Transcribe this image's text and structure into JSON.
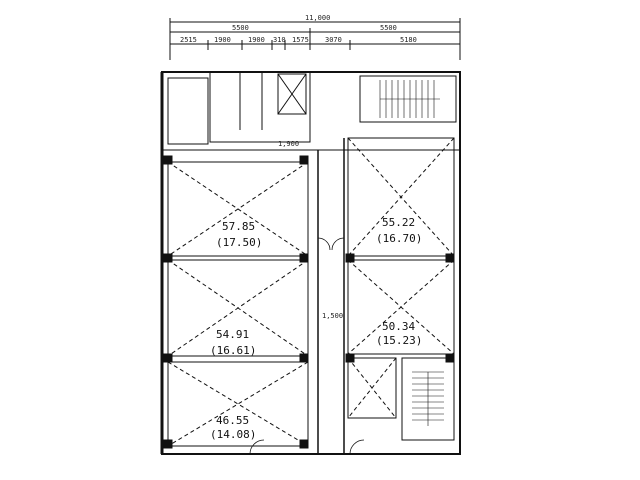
{
  "dimensions": {
    "total_width": "11,000",
    "left_span": "5500",
    "right_span": "5500",
    "segments": [
      "2515",
      "1900",
      "1900",
      "310",
      "1575",
      "3070",
      "5180"
    ],
    "core_gap": "1,900",
    "corridor_width": "1,500"
  },
  "rooms": [
    {
      "id": "room-1",
      "area_m2": "57.85",
      "area_tsubo": "(17.50)"
    },
    {
      "id": "room-2",
      "area_m2": "55.22",
      "area_tsubo": "(16.70)"
    },
    {
      "id": "room-3",
      "area_m2": "54.91",
      "area_tsubo": "(16.61)"
    },
    {
      "id": "room-4",
      "area_m2": "50.34",
      "area_tsubo": "(15.23)"
    },
    {
      "id": "room-5",
      "area_m2": "46.55",
      "area_tsubo": "(14.08)"
    }
  ]
}
